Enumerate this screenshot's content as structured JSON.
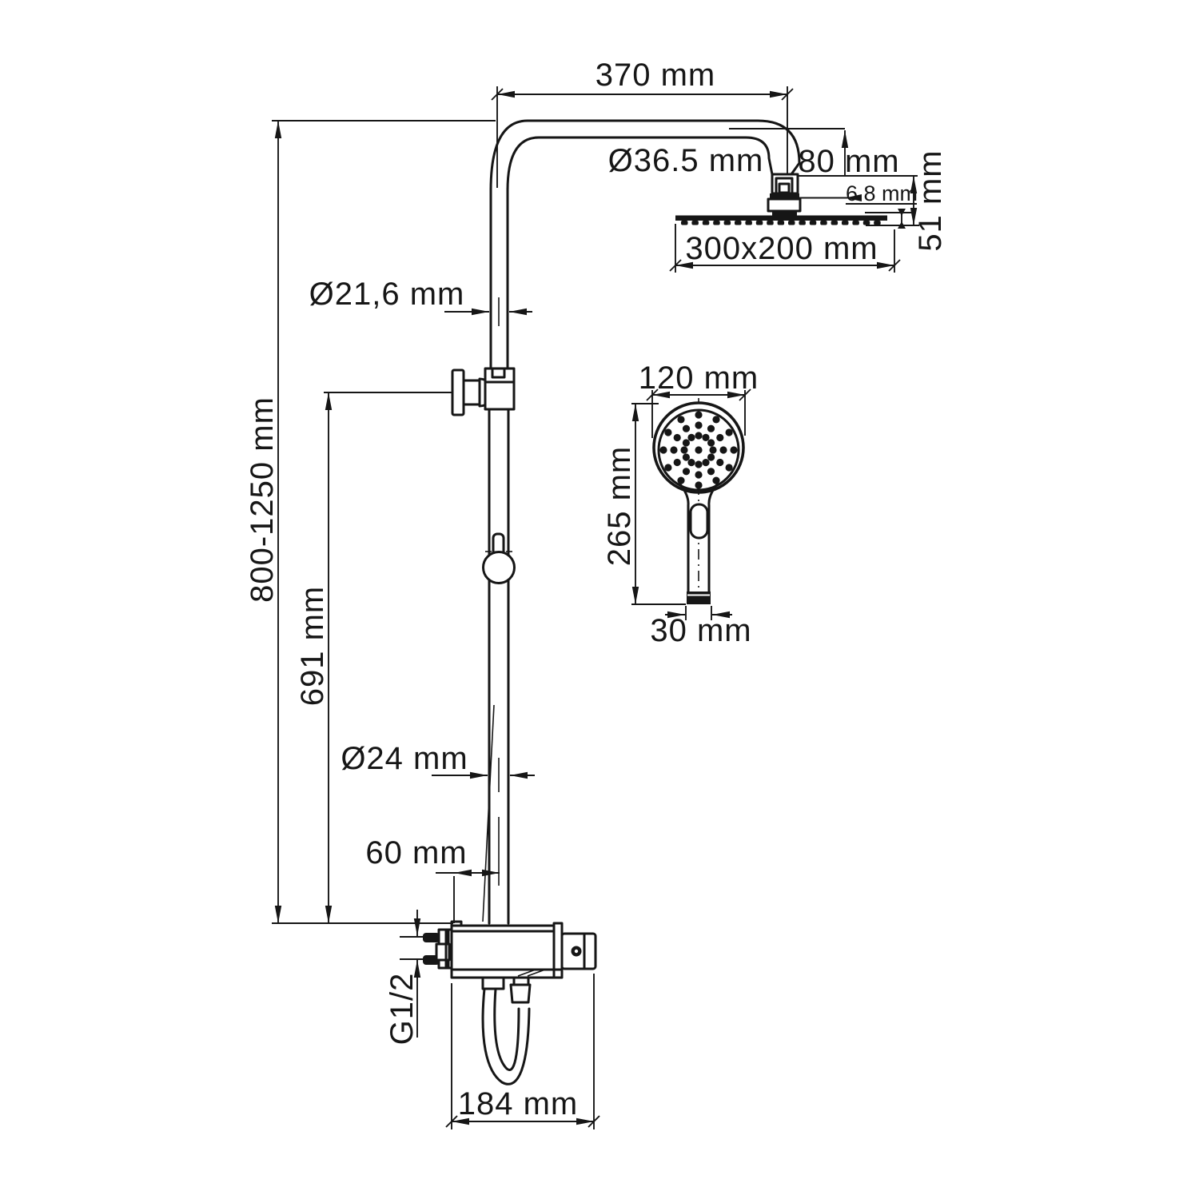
{
  "page": {
    "background": "#ffffff",
    "line_color": "#161616"
  },
  "labels": {
    "arm_length": "370 mm",
    "arm_diameter": "Ø36.5 mm",
    "head_drop": "80 mm",
    "plate_thickness": "6.8 mm",
    "head_height": "51 mm",
    "head_size": "300x200 mm",
    "upper_pipe_diameter": "Ø21,6 mm",
    "handshower_width": "120 mm",
    "handshower_length": "265 mm",
    "handshower_outlet_width": "30 mm",
    "column_height_range": "800-1250 mm",
    "bracket_height": "691 mm",
    "lower_pipe_diameter": "Ø24 mm",
    "column_offset": "60 mm",
    "inlet_thread": "G1/2",
    "mixer_width": "184 mm"
  }
}
